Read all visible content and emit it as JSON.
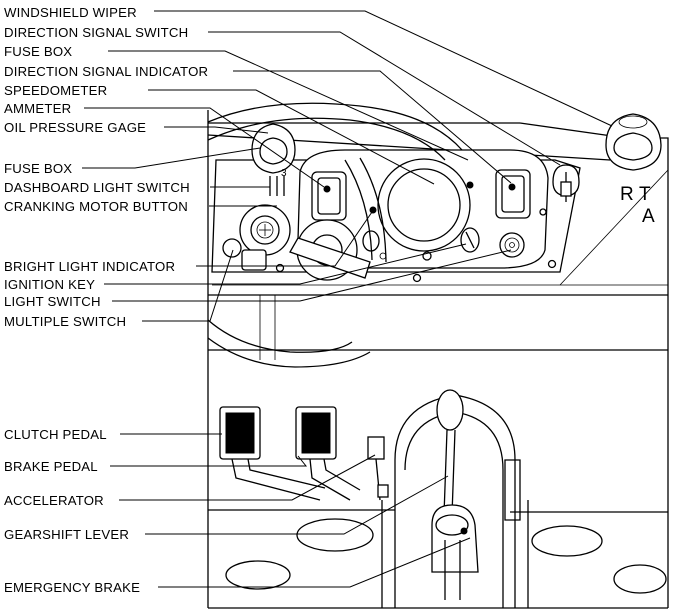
{
  "labels": {
    "windshield_wiper": "WINDSHIELD WIPER",
    "direction_signal_switch": "DIRECTION SIGNAL SWITCH",
    "fuse_box_top": "FUSE BOX",
    "direction_signal_indicator": "DIRECTION SIGNAL INDICATOR",
    "speedometer": "SPEEDOMETER",
    "ammeter": "AMMETER",
    "oil_pressure_gage": "OIL PRESSURE GAGE",
    "fuse_box": "FUSE BOX",
    "dashboard_light_switch": "DASHBOARD LIGHT SWITCH",
    "cranking_motor_button": "CRANKING MOTOR BUTTON",
    "bright_light_indicator": "BRIGHT LIGHT INDICATOR",
    "ignition_key": "IGNITION KEY",
    "light_switch": "LIGHT SWITCH",
    "multiple_switch": "MULTIPLE SWITCH",
    "clutch_pedal": "CLUTCH PEDAL",
    "brake_pedal": "BRAKE PEDAL",
    "accelerator": "ACCELERATOR",
    "gearshift_lever": "GEARSHIFT LEVER",
    "emergency_brake": "EMERGENCY BRAKE"
  },
  "markings": {
    "rt": "R",
    "t_mark": "T",
    "a": "A",
    "switch_3": "3"
  }
}
